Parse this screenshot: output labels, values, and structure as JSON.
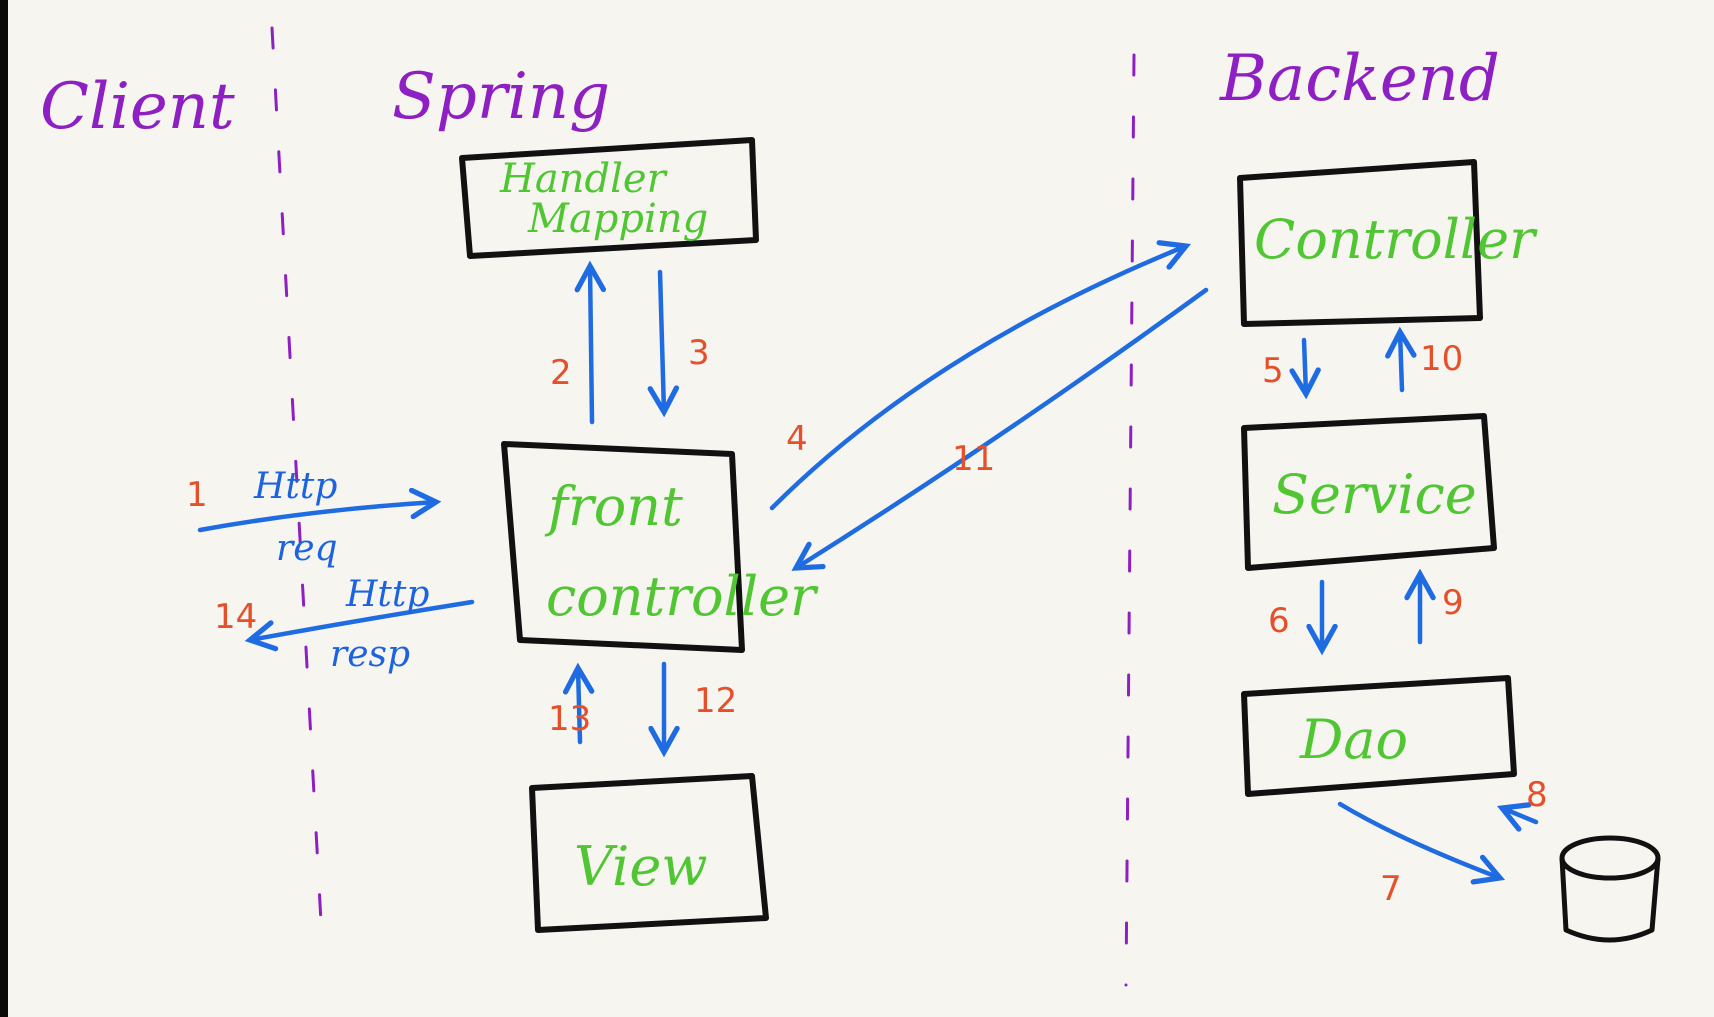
{
  "columns": {
    "client": "Client",
    "spring": "Spring",
    "backend": "Backend"
  },
  "nodes": {
    "handler_mapping": [
      "Handler",
      "Mapping"
    ],
    "front_controller": [
      "front",
      "controller"
    ],
    "view": "View",
    "controller": "Controller",
    "service": "Service",
    "dao": "Dao"
  },
  "http": {
    "request": [
      "Http",
      "req"
    ],
    "response": [
      "Http",
      "resp"
    ]
  },
  "steps": [
    "1",
    "2",
    "3",
    "4",
    "5",
    "6",
    "7",
    "8",
    "9",
    "10",
    "11",
    "12",
    "13",
    "14"
  ],
  "colors": {
    "background": "#f7f5f0",
    "heading": "#8e1fc2",
    "node_label": "#4fc632",
    "step_number": "#e5502a",
    "arrow": "#1e6be2",
    "box_outline": "#111111"
  }
}
